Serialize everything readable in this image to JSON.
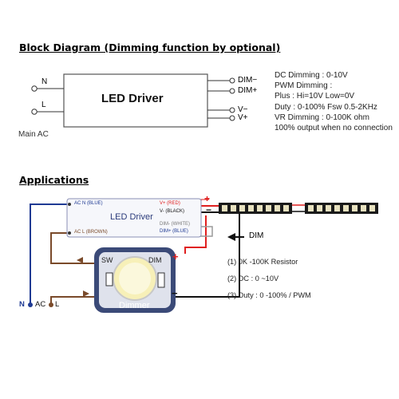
{
  "block_diagram": {
    "heading": "Block Diagram (Dimming function by optional)",
    "box_label": "LED Driver",
    "input_labels": [
      "N",
      "L"
    ],
    "input_caption": "Main AC",
    "output_labels": [
      "DIM−",
      "DIM+",
      "V−",
      "V+"
    ],
    "specs": [
      "DC Dimming : 0-10V",
      "PWM Dimming :",
      "Plus : Hi=10V   Low=0V",
      "Duty : 0-100%  Fsw 0.5-2KHz",
      "VR Dimming : 0-100K ohm",
      "100% output when no connection"
    ]
  },
  "applications": {
    "heading": "Applications",
    "driver_label": "LED Driver",
    "driver_terminals": {
      "ac_n": "AC N (BLUE)",
      "ac_l": "AC L (BROWN)",
      "v_plus": "V+ (RED)",
      "v_minus": "V- (BLACK)",
      "dim_minus": "DIM- (WHITE)",
      "dim_plus": "DIM+ (BLUE)"
    },
    "plus_sign": "+",
    "minus_sign": "−",
    "dim_arrow_label": "DIM",
    "dimmer_label": "Dimmer",
    "sw_label": "SW",
    "dim_label": "DIM",
    "ac_labels": {
      "n": "N",
      "ac": "AC",
      "l": "L"
    },
    "options": [
      "(1)  0K -100K Resistor",
      "(2)  DC : 0 ~10V",
      "(3)  Duty : 0 -100% / PWM"
    ],
    "colors": {
      "neutral_wire": "#1f3a93",
      "live_wire": "#7a4a2a",
      "positive": "#e02020",
      "negative": "#111111",
      "dim_wire": "#9a9a9a",
      "dimmer_frame": "#3b4a78"
    }
  }
}
